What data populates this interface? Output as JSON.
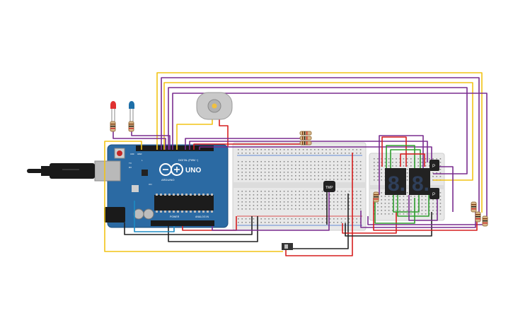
{
  "board": {
    "brand": "ARDUINO",
    "model": "UNO",
    "digital_label": "DIGITAL (PWM ~)",
    "power_label": "POWER",
    "analog_label": "ANALOG IN",
    "tx_label": "TX",
    "rx_label": "RX",
    "l_label": "L",
    "on_label": "ON",
    "aref_label": "AREF",
    "gnd_label": "GND"
  },
  "components": {
    "sensor_label": "TMP",
    "pir_label_a": "P",
    "pir_label_b": "P",
    "seg_digit_a": "8.",
    "seg_digit_b": "8."
  },
  "colors": {
    "wire_yellow": "#f2c316",
    "wire_purple": "#7a2d8f",
    "wire_red": "#d61f1f",
    "wire_green": "#2f9e2f",
    "wire_black": "#222222",
    "wire_blue": "#1e8bc3",
    "board_blue": "#2b6aa3",
    "breadboard": "#e9e9e9"
  }
}
